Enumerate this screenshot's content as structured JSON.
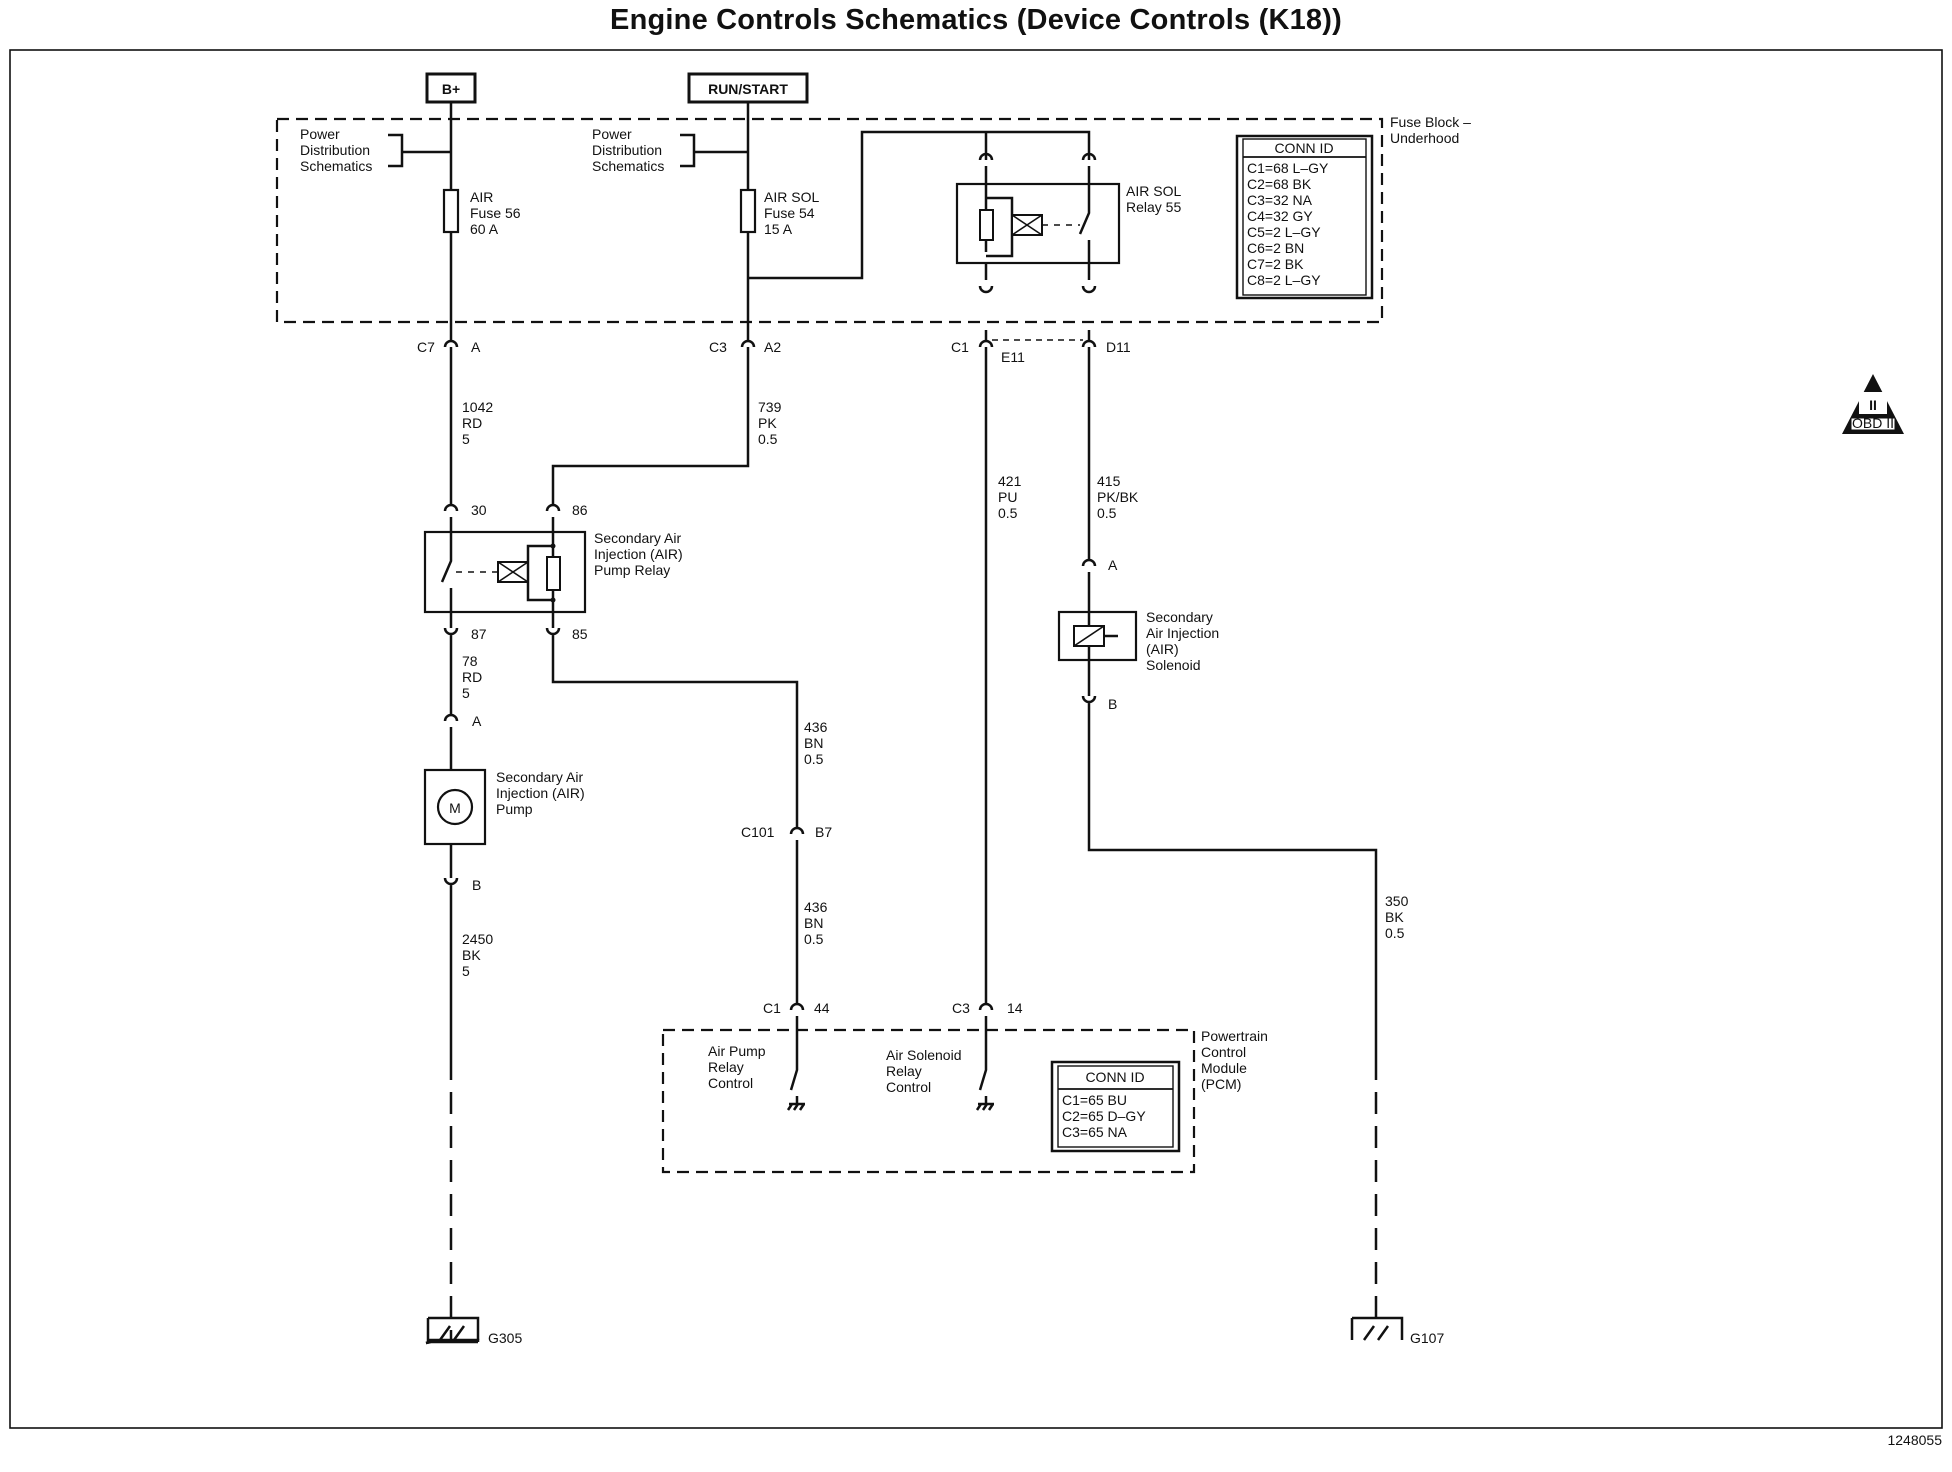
{
  "title": "Engine Controls Schematics (Device Controls (K18))",
  "document_number": "1248055",
  "obd_badge": {
    "symbol": "II",
    "label": "OBD II"
  },
  "power_sources": {
    "bplus": "B+",
    "run_start": "RUN/START"
  },
  "fuse_block": {
    "label_line1": "Fuse Block –",
    "label_line2": "Underhood",
    "pds_line1": "Power",
    "pds_line2": "Distribution",
    "pds_line3": "Schematics",
    "fuse56": {
      "line1": "AIR",
      "line2": "Fuse 56",
      "line3": "60 A"
    },
    "fuse54": {
      "line1": "AIR SOL",
      "line2": "Fuse 54",
      "line3": "15 A"
    },
    "relay55": {
      "line1": "AIR SOL",
      "line2": "Relay 55"
    },
    "conn_id": {
      "header": "CONN ID",
      "rows": [
        "C1=68 L–GY",
        "C2=68 BK",
        "C3=32 NA",
        "C4=32 GY",
        "C5=2 L–GY",
        "C6=2 BN",
        "C7=2 BK",
        "C8=2 L–GY"
      ]
    }
  },
  "connectors": {
    "c7": "C7",
    "c7_pin": "A",
    "c3": "C3",
    "c3_pin": "A2",
    "c1": "C1",
    "c1_pin": "E11",
    "d11": "D11",
    "c101": "C101",
    "c101_pin": "B7",
    "pcm_c1": "C1",
    "pcm_c1_pin": "44",
    "pcm_c3": "C3",
    "pcm_c3_pin": "14"
  },
  "wires": {
    "w1042": {
      "circuit": "1042",
      "color": "RD",
      "gauge": "5"
    },
    "w739": {
      "circuit": "739",
      "color": "PK",
      "gauge": "0.5"
    },
    "w421": {
      "circuit": "421",
      "color": "PU",
      "gauge": "0.5"
    },
    "w415": {
      "circuit": "415",
      "color": "PK/BK",
      "gauge": "0.5"
    },
    "w78": {
      "circuit": "78",
      "color": "RD",
      "gauge": "5"
    },
    "w436a": {
      "circuit": "436",
      "color": "BN",
      "gauge": "0.5"
    },
    "w436b": {
      "circuit": "436",
      "color": "BN",
      "gauge": "0.5"
    },
    "w2450": {
      "circuit": "2450",
      "color": "BK",
      "gauge": "5"
    },
    "w350": {
      "circuit": "350",
      "color": "BK",
      "gauge": "0.5"
    }
  },
  "pump_relay": {
    "line1": "Secondary Air",
    "line2": "Injection (AIR)",
    "line3": "Pump Relay",
    "pin30": "30",
    "pin86": "86",
    "pin87": "87",
    "pin85": "85"
  },
  "pump": {
    "line1": "Secondary Air",
    "line2": "Injection (AIR)",
    "line3": "Pump",
    "motor_symbol": "M",
    "pinA": "A",
    "pinB": "B"
  },
  "solenoid": {
    "line1": "Secondary",
    "line2": "Air Injection",
    "line3": "(AIR)",
    "line4": "Solenoid",
    "pinA": "A",
    "pinB": "B"
  },
  "pcm": {
    "label_line1": "Powertrain",
    "label_line2": "Control",
    "label_line3": "Module",
    "label_line4": "(PCM)",
    "air_pump_ctrl": {
      "line1": "Air Pump",
      "line2": "Relay",
      "line3": "Control"
    },
    "air_sol_ctrl": {
      "line1": "Air Solenoid",
      "line2": "Relay",
      "line3": "Control"
    },
    "conn_id": {
      "header": "CONN ID",
      "rows": [
        "C1=65 BU",
        "C2=65 D–GY",
        "C3=65 NA"
      ]
    }
  },
  "grounds": {
    "g305": "G305",
    "g107": "G107"
  }
}
